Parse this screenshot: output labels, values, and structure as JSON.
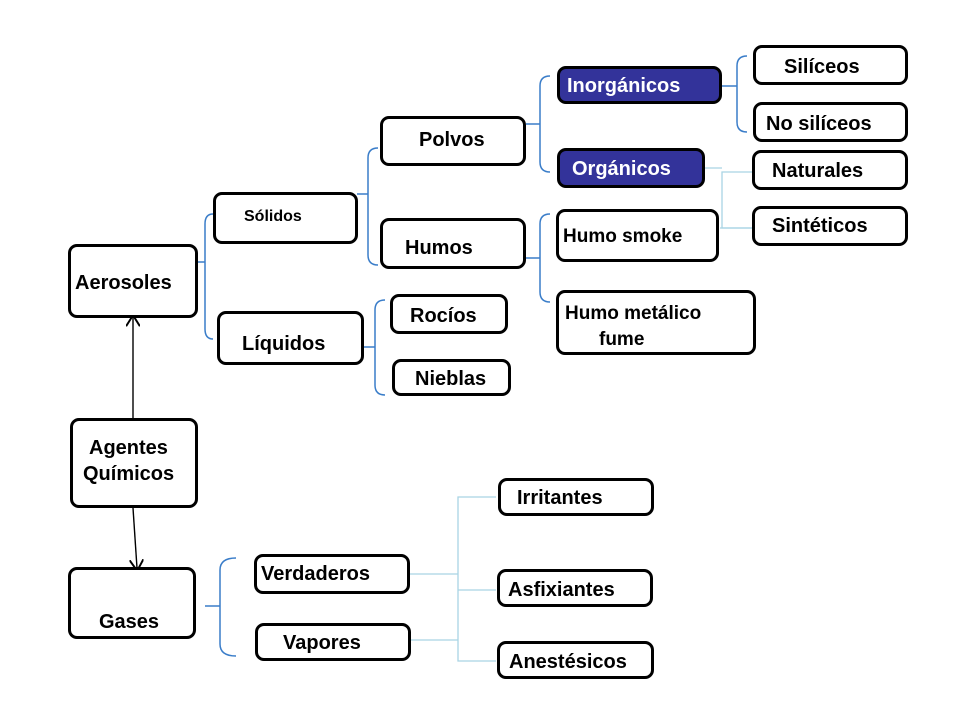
{
  "nodes": {
    "agentes_quimicos": "Agentes\nQuímicos",
    "aerosoles": "Aerosoles",
    "gases": "Gases",
    "solidos": "Sólidos",
    "liquidos": "Líquidos",
    "polvos": "Polvos",
    "humos": "Humos",
    "rocios": "Rocíos",
    "nieblas": "Nieblas",
    "inorganicos": "Inorgánicos",
    "organicos": "Orgánicos",
    "humo_smoke": "Humo smoke",
    "humo_metalico": "Humo metálico\nfume",
    "siliceos": "Silíceos",
    "no_siliceos": "No silíceos",
    "naturales": "Naturales",
    "sinteticos": "Sintéticos",
    "verdaderos": "Verdaderos",
    "vapores": "Vapores",
    "irritantes": "Irritantes",
    "asfixiantes": "Asfixiantes",
    "anestesicos": "Anestésicos"
  },
  "colors": {
    "accent_fill": "#33339a",
    "bracket_line": "#3a7dc9",
    "light_line": "#a9d4e4"
  }
}
